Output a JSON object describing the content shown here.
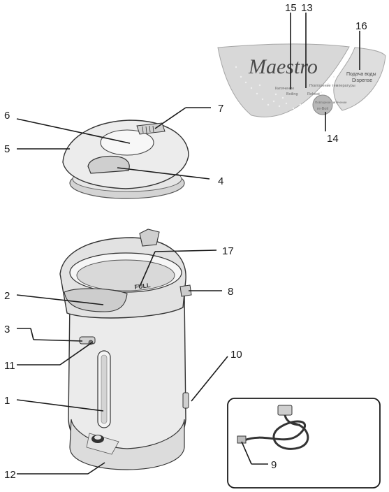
{
  "control_panel": {
    "brand": "Maestro",
    "boiling_ru": "Кипячение",
    "boiling_en": "Boiling",
    "reheat_ru": "Повторение температуры",
    "reheat_en": "Reheat",
    "reboil_button_ru": "Повторное кипячение",
    "reboil_button_en": "re-Boil",
    "dispense_ru": "Подача воды",
    "dispense_en": "Dispense"
  },
  "tank_label": "FULL",
  "callouts": [
    "1",
    "2",
    "3",
    "4",
    "5",
    "6",
    "7",
    "8",
    "9",
    "10",
    "11",
    "12",
    "13",
    "14",
    "15",
    "16",
    "17"
  ],
  "colors": {
    "line": "#1a1a1a",
    "body": "#e9e9e9",
    "panel": "#dcdcdc"
  }
}
